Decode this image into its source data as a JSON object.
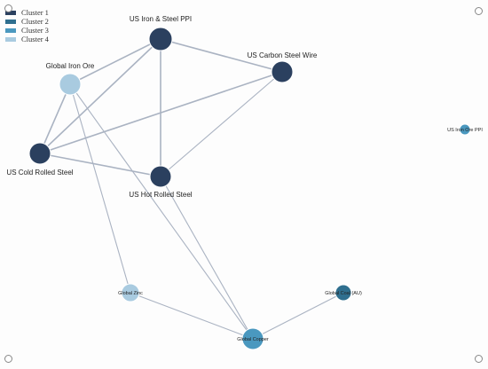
{
  "legend": [
    {
      "label": "Cluster 1",
      "color": "#2b405f"
    },
    {
      "label": "Cluster 2",
      "color": "#2f6f8f"
    },
    {
      "label": "Cluster 3",
      "color": "#4a98bf"
    },
    {
      "label": "Cluster 4",
      "color": "#a9cbe0"
    }
  ],
  "nodes": [
    {
      "id": "ppi",
      "label": "US Iron & Steel PPI",
      "cluster": 1
    },
    {
      "id": "wire",
      "label": "US Carbon Steel Wire",
      "cluster": 1
    },
    {
      "id": "ore",
      "label": "Global Iron Ore",
      "cluster": 4
    },
    {
      "id": "cold",
      "label": "US Cold Rolled Steel",
      "cluster": 1
    },
    {
      "id": "hot",
      "label": "US Hot Rolled Steel",
      "cluster": 1
    },
    {
      "id": "orePPI",
      "label": "US Iron Ore PPI",
      "cluster": 3
    },
    {
      "id": "zinc",
      "label": "Global Zinc",
      "cluster": 4
    },
    {
      "id": "coal",
      "label": "Global Coal (AU)",
      "cluster": 2
    },
    {
      "id": "copper",
      "label": "Global Copper",
      "cluster": 3
    }
  ],
  "edges": [
    [
      "ppi",
      "ore"
    ],
    [
      "ppi",
      "cold"
    ],
    [
      "ppi",
      "hot"
    ],
    [
      "ppi",
      "wire"
    ],
    [
      "cold",
      "wire"
    ],
    [
      "cold",
      "hot"
    ],
    [
      "cold",
      "ore"
    ],
    [
      "hot",
      "wire"
    ],
    [
      "ore",
      "copper"
    ],
    [
      "ore",
      "zinc"
    ],
    [
      "hot",
      "copper"
    ],
    [
      "zinc",
      "copper"
    ],
    [
      "coal",
      "copper"
    ]
  ]
}
